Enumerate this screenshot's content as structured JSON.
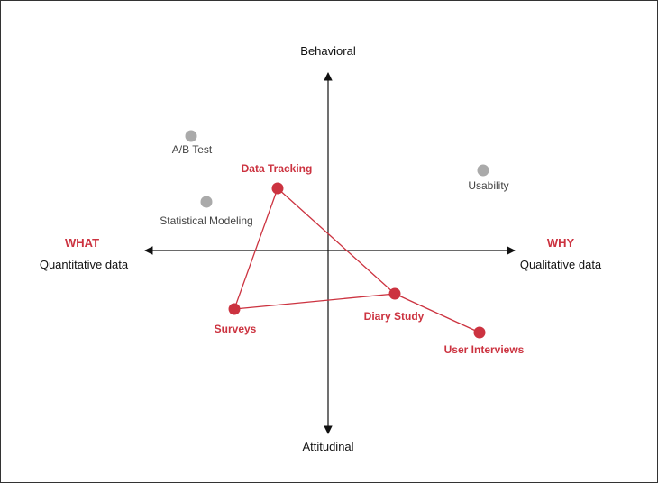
{
  "axes": {
    "top": "Behavioral",
    "bottom": "Attitudinal",
    "left_title": "WHAT",
    "left_subtitle": "Quantitative data",
    "right_title": "WHY",
    "right_subtitle": "Qualitative data"
  },
  "colors": {
    "highlight": "#cc3340",
    "muted": "#aaaaaa",
    "axis": "#111111"
  },
  "methods_muted": [
    {
      "label": "A/B Test"
    },
    {
      "label": "Statistical Modeling"
    },
    {
      "label": "Usability"
    }
  ],
  "methods_highlight": [
    {
      "label": "Data Tracking"
    },
    {
      "label": "Surveys"
    },
    {
      "label": "Diary Study"
    },
    {
      "label": "User Interviews"
    }
  ]
}
